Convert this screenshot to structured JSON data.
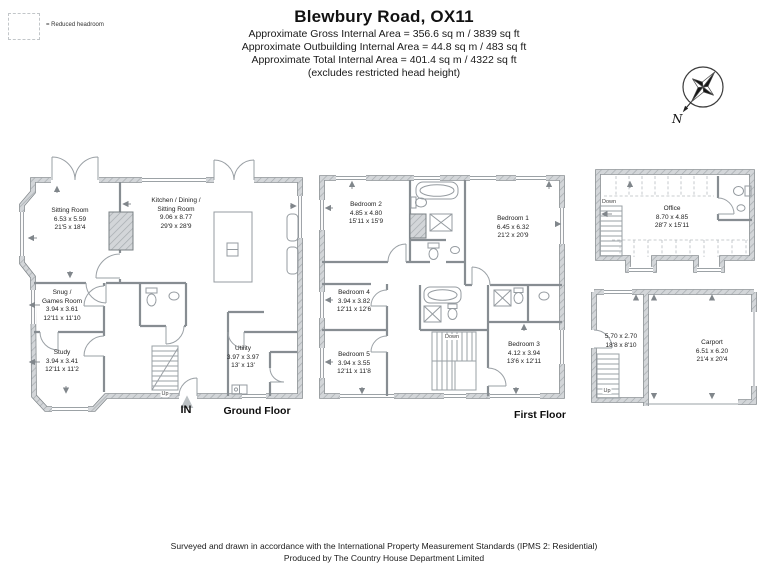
{
  "header": {
    "title": "Blewbury Road, OX11",
    "area_lines": [
      "Approximate Gross Internal Area = 356.6 sq m / 3839 sq ft",
      "Approximate Outbuilding Internal Area = 44.8 sq m / 483 sq ft",
      "Approximate Total Internal Area = 401.4 sq m / 4322 sq ft",
      "(excludes restricted head height)"
    ]
  },
  "legend": {
    "reduced_headroom_label": "= Reduced headroom"
  },
  "compass": {
    "north_label": "N"
  },
  "ground_floor": {
    "floor_label": "Ground Floor",
    "entrance_label": "IN",
    "stairs_label": "Up",
    "rooms": [
      {
        "name": "Sitting Room",
        "metric": "6.53 x 5.59",
        "imperial": "21'5 x 18'4"
      },
      {
        "name": "Kitchen / Dining /\nSitting Room",
        "metric": "9.06 x 8.77",
        "imperial": "29'9 x 28'9"
      },
      {
        "name": "Snug /\nGames Room",
        "metric": "3.94 x 3.61",
        "imperial": "12'11 x 11'10"
      },
      {
        "name": "Study",
        "metric": "3.94 x 3.41",
        "imperial": "12'11 x 11'2"
      },
      {
        "name": "Utility",
        "metric": "3.97 x 3.97",
        "imperial": "13' x 13'"
      }
    ]
  },
  "first_floor": {
    "floor_label": "First Floor",
    "stairs_label": "Down",
    "rooms": [
      {
        "name": "Bedroom 2",
        "metric": "4.85 x 4.80",
        "imperial": "15'11 x 15'9"
      },
      {
        "name": "Bedroom 1",
        "metric": "6.45 x 6.32",
        "imperial": "21'2 x 20'9"
      },
      {
        "name": "Bedroom 4",
        "metric": "3.94 x 3.82",
        "imperial": "12'11 x 12'6"
      },
      {
        "name": "Bedroom 5",
        "metric": "3.94 x 3.55",
        "imperial": "12'11 x 11'8"
      },
      {
        "name": "Bedroom 3",
        "metric": "4.12 x 3.94",
        "imperial": "13'6 x 12'11"
      }
    ]
  },
  "outbuildings": {
    "office": {
      "name": "Office",
      "metric": "8.70 x 4.85",
      "imperial": "28'7 x 15'11",
      "stairs_label": "Down"
    },
    "loft_room": {
      "metric": "5.70 x 2.70",
      "imperial": "18'8 x 8'10",
      "stairs_label": "Up"
    },
    "carport": {
      "name": "Carport",
      "metric": "6.51 x 6.20",
      "imperial": "21'4 x 20'4"
    }
  },
  "footer": {
    "line1": "Surveyed and drawn in accordance with the International Property Measurement Standards (IPMS 2: Residential)",
    "line2": "Produced by The Country House Department Limited"
  }
}
